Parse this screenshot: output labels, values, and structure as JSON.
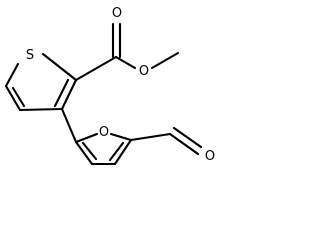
{
  "molecule": {
    "atoms": {
      "thiophene_sulfur": "S",
      "carbonyl_oxygen": "O",
      "ester_oxygen": "O",
      "furan_oxygen": "O",
      "aldehyde_oxygen": "O"
    }
  },
  "colors": {
    "bond": "#000000",
    "label": "#000000",
    "background": "#ffffff"
  }
}
